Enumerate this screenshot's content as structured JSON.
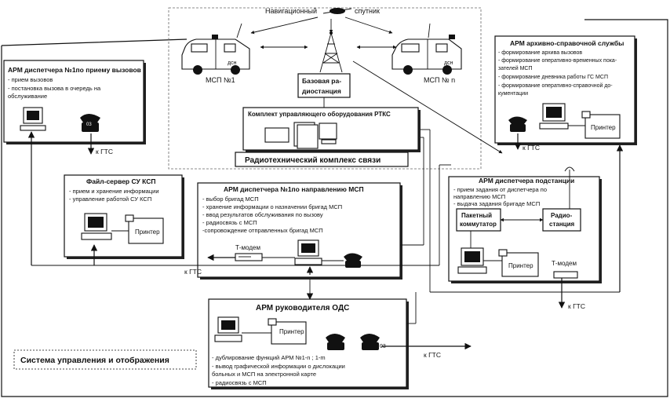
{
  "satellite": {
    "left": "Навигационный",
    "right": "спутник"
  },
  "vehicles": [
    {
      "label": "МСП №1",
      "plate": "дсн"
    },
    {
      "label": "МСП № n",
      "plate": "дсн"
    }
  ],
  "base_station": {
    "line1": "Базовая ра-",
    "line2": "диостанция"
  },
  "rtks": {
    "equipment_title": "Комплект управляющего оборудования РТКС",
    "caption": "Радиотехнический комплекс связи"
  },
  "arm_call": {
    "title": "АРМ диспетчера №1по приему вызовов",
    "items": [
      "- прием вызовов",
      "- постановка вызова в очередь на",
      "обслуживание"
    ],
    "phone_label": "03",
    "gts": "к ГТС"
  },
  "arm_archive": {
    "title": "АРМ архивно-справочной службы",
    "items": [
      "- формирование архива вызовов",
      "- формирование оперативно-временных пока-",
      "зателей МСП",
      "- формирование дневника работы ГС МСП",
      "- формирование оперативно-справочной до-",
      "кументации"
    ],
    "printer": "Принтер",
    "gts": "к ГТС"
  },
  "file_server": {
    "title": "Файл-сервер СУ КСП",
    "items": [
      "- прием и хранение информации",
      "- управление работой СУ КСП"
    ],
    "printer": "Принтер"
  },
  "arm_direction": {
    "title": "АРМ диспетчера №1по направлению МСП",
    "items": [
      "- выбор бригад МСП",
      "- хранение информации о назначении бригад МСП",
      "- ввод результатов обслуживания по вызову",
      "- радиосвязь с МСП",
      "-сопровождение отправленных бригад МСП"
    ],
    "modem": "Т-модем",
    "gts": "к ГТС"
  },
  "arm_substation": {
    "title": "АРМ диспетчера подстанции",
    "items": [
      "- прием задания от диспетчера по",
      "направлению МСП",
      "- выдача задания бригаде МСП"
    ],
    "switch_line1": "Пакетный",
    "switch_line2": "коммутатор",
    "radio_line1": "Радио-",
    "radio_line2": "станция",
    "printer": "Принтер",
    "modem": "Т-модем",
    "gts": "к ГТС"
  },
  "arm_head": {
    "title": "АРМ руководителя ОДС",
    "printer": "Принтер",
    "phone_label": "03",
    "items": [
      "- дублирование функций АРМ №1-n ; 1-m",
      "- вывод графической информации о дислокации",
      "больных и МСП на электронной карте",
      "- радиосвязь с МСП"
    ],
    "gts": "к ГТС"
  },
  "system_label": "Система управления и отображения"
}
